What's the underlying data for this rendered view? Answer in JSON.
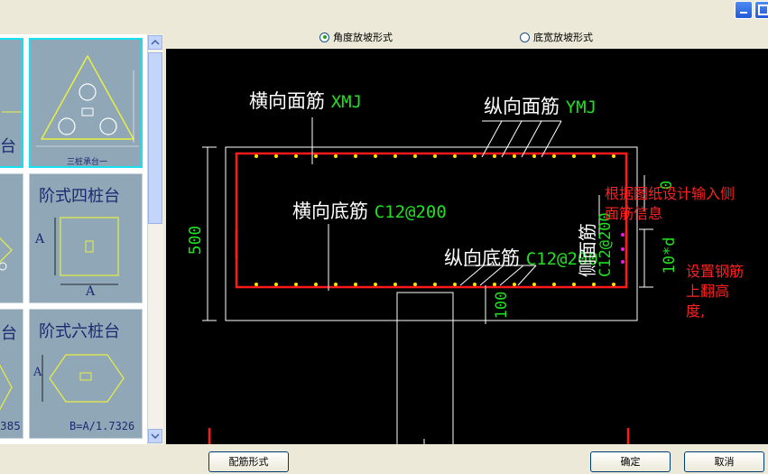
{
  "radio_options": [
    {
      "label": "角度放坡形式",
      "selected": true
    },
    {
      "label": "底宽放坡形式",
      "selected": false
    }
  ],
  "gallery": {
    "cards": [
      {
        "label": "台",
        "selected": true
      },
      {
        "label": "三桩承台一",
        "selected": true
      },
      {
        "label": "",
        "selected": false
      },
      {
        "label": "阶式四桩台",
        "dim_a": "A",
        "dim_a2": "A",
        "selected": false
      },
      {
        "label": "台",
        "number": "385",
        "selected": false
      },
      {
        "label": "阶式六桩台",
        "dim_a": "A",
        "formula": "B=A/1.7326",
        "selected": false
      }
    ]
  },
  "drawing": {
    "labels": {
      "heng_mian": "横向面筋",
      "heng_mian_code": "XMJ",
      "zong_mian": "纵向面筋",
      "zong_mian_code": "YMJ",
      "heng_di": "横向底筋",
      "heng_di_code": "C12@200",
      "zong_di": "纵向底筋",
      "zong_di_code": "C12@200",
      "side": "侧面筋",
      "side_code": "C12@200"
    },
    "dims": {
      "height": "500",
      "bottom": "100",
      "lap": "10*d",
      "top_partial": "0"
    },
    "notes": {
      "note1_line1": "根据图纸设计输入侧",
      "note1_line2": "面筋信息",
      "note2_line1": "设置钢筋",
      "note2_line2": "上翻高",
      "note2_line3": "度,"
    }
  },
  "buttons": {
    "rebar_form": "配筋形式",
    "ok": "确定",
    "cancel": "取消"
  },
  "colors": {
    "canvas": "#000000",
    "rebar": "#ff1a1a",
    "annotation_green": "#21e021",
    "note_red": "#ff2020",
    "card_bg": "#90a7b8",
    "card_selected": "#19e0ee"
  }
}
